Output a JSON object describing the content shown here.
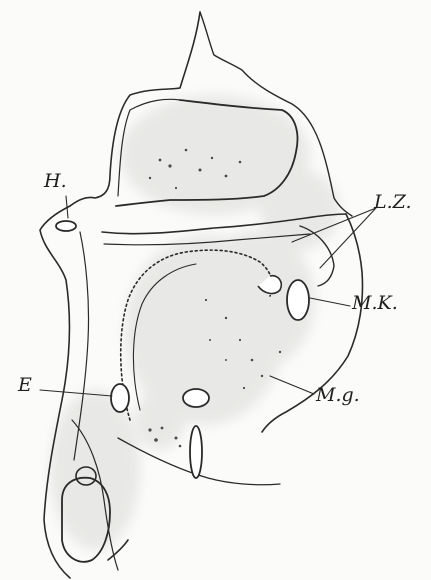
{
  "figure": {
    "labels": {
      "h": "H.",
      "lz": "L.Z.",
      "mk": "M.K.",
      "e": "E",
      "mg": "M.g."
    },
    "colors": {
      "ink": "#2a2a2a",
      "shade": "#d9d9d6",
      "background": "#fbfbfa"
    }
  }
}
